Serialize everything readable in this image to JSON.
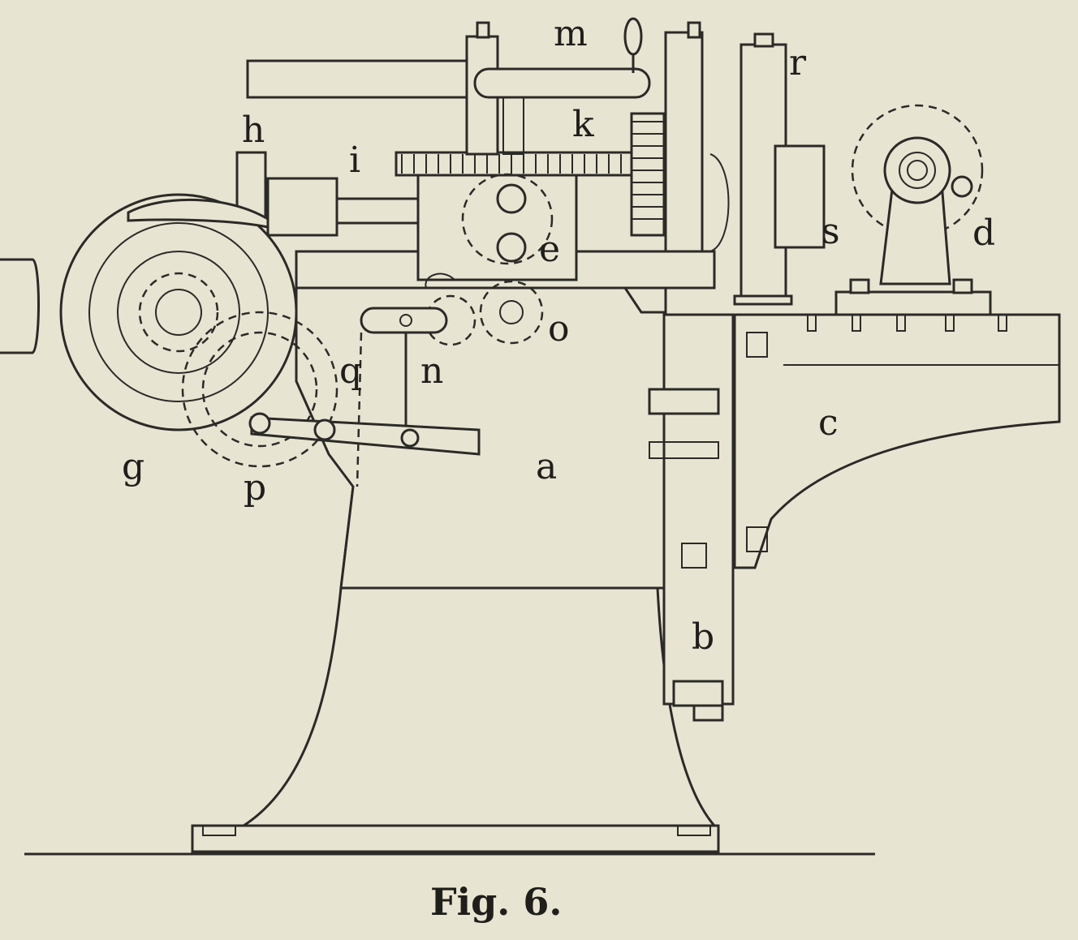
{
  "figure": {
    "caption": "Fig. 6.",
    "labels": {
      "m": "m",
      "r": "r",
      "h": "h",
      "i": "i",
      "k": "k",
      "e": "e",
      "s": "s",
      "d": "d",
      "o": "o",
      "n": "n",
      "q": "q",
      "g": "g",
      "p": "p",
      "a": "a",
      "c": "c",
      "b": "b"
    }
  }
}
